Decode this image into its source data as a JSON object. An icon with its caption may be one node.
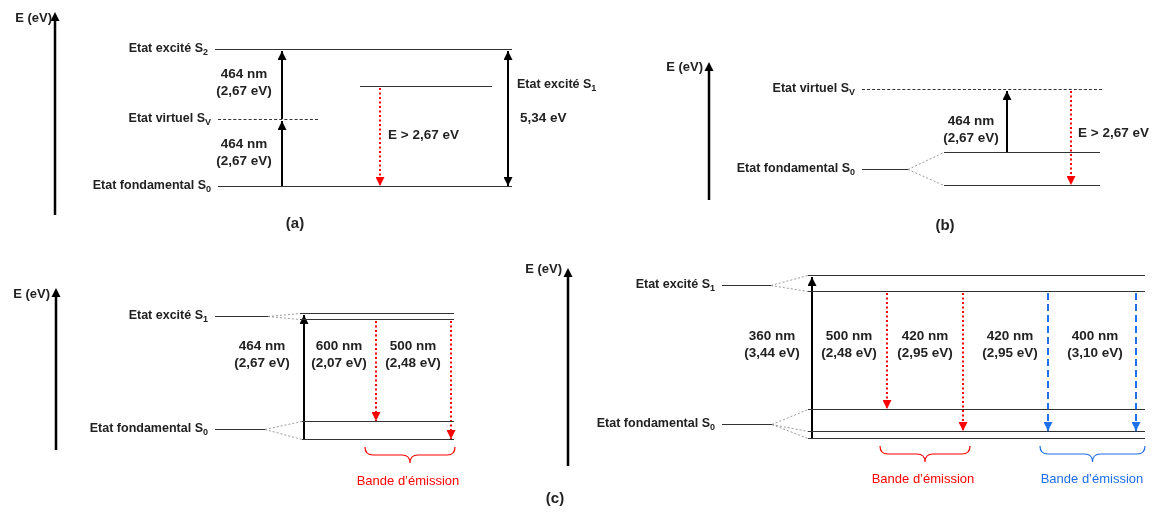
{
  "diagram": {
    "nodes": [
      {
        "text": [
          "Etat excité S$_{2}$"
        ]
      },
      {
        "text": [
          "Etat excité S$_{1}$"
        ]
      },
      {
        "text": [
          "Etat virtuel S$_{V}$"
        ]
      },
      {
        "text": [
          "Etat fondamental S$_{0}$"
        ]
      },
      {
        "text": [
          "Etat virtuel S$_{V}$"
        ]
      },
      {
        "text": [
          "Etat fondamental S$_{0}$"
        ]
      },
      {
        "text": [],
        "shape": "line"
      },
      {
        "text": [],
        "shape": "line"
      },
      {
        "text": [
          "Etat excité S$_{1}$"
        ]
      },
      {
        "text": [],
        "shape": "line"
      },
      {
        "text": [],
        "shape": "line"
      },
      {
        "text": [
          "Etat fondamental S$_{0}$"
        ]
      },
      {
        "text": [],
        "shape": "line"
      },
      {
        "text": [],
        "shape": "line"
      },
      {
        "text": [
          "Etat excité S$_{1}$"
        ]
      },
      {
        "text": [],
        "shape": "line"
      },
      {
        "text": [],
        "shape": "line"
      },
      {
        "text": [
          "Etat fondamental S$_{0}$"
        ]
      },
      {
        "text": [],
        "shape": "line"
      },
      {
        "text": [],
        "shape": "line"
      },
      {
        "text": [],
        "shape": "line"
      }
    ],
    "edges": [
      {
        "from": 3,
        "to": 2,
        "arrow": "to",
        "label": "464 nm (2,67 eV)",
        "color": "#000000"
      },
      {
        "from": 2,
        "to": 0,
        "arrow": "to",
        "label": "464 nm (2,67 eV)",
        "color": "#000000"
      },
      {
        "from": 1,
        "to": 3,
        "arrow": "to",
        "label": "E > 2,67 eV",
        "style": "dashed",
        "color": "#ff0000"
      },
      {
        "from": 3,
        "to": 0,
        "arrow": "both",
        "label": "5,34 eV",
        "color": "#000000"
      },
      {
        "from": 5,
        "to": 6,
        "arrow": "none",
        "style": "dashed",
        "color": "#808080"
      },
      {
        "from": 5,
        "to": 7,
        "arrow": "none",
        "style": "dashed",
        "color": "#808080"
      },
      {
        "from": 6,
        "to": 4,
        "arrow": "to",
        "label": "464 nm (2,67 eV)",
        "color": "#000000"
      },
      {
        "from": 4,
        "to": 7,
        "arrow": "to",
        "label": "E > 2,67 eV",
        "style": "dashed",
        "color": "#ff0000"
      },
      {
        "from": 8,
        "to": 9,
        "arrow": "none",
        "style": "dashed",
        "color": "#808080"
      },
      {
        "from": 8,
        "to": 10,
        "arrow": "none",
        "style": "dashed",
        "color": "#808080"
      },
      {
        "from": 11,
        "to": 12,
        "arrow": "none",
        "style": "dashed",
        "color": "#808080"
      },
      {
        "from": 11,
        "to": 13,
        "arrow": "none",
        "style": "dashed",
        "color": "#808080"
      },
      {
        "from": 13,
        "to": 9,
        "arrow": "to",
        "label": "464 nm (2,67 eV)",
        "color": "#000000"
      },
      {
        "from": 10,
        "to": 12,
        "arrow": "to",
        "label": "600 nm (2,07 eV)",
        "style": "dashed",
        "color": "#ff0000"
      },
      {
        "from": 10,
        "to": 13,
        "arrow": "to",
        "label": "500 nm (2,48 eV)",
        "style": "dashed",
        "color": "#ff0000"
      },
      {
        "from": 14,
        "to": 15,
        "arrow": "none",
        "style": "dashed",
        "color": "#808080"
      },
      {
        "from": 14,
        "to": 16,
        "arrow": "none",
        "style": "dashed",
        "color": "#808080"
      },
      {
        "from": 17,
        "to": 18,
        "arrow": "none",
        "style": "dashed",
        "color": "#808080"
      },
      {
        "from": 17,
        "to": 19,
        "arrow": "none",
        "style": "dashed",
        "color": "#808080"
      },
      {
        "from": 17,
        "to": 20,
        "arrow": "none",
        "style": "dashed",
        "color": "#808080"
      },
      {
        "from": 20,
        "to": 15,
        "arrow": "to",
        "label": "360 nm (3,44 eV)",
        "color": "#000000"
      },
      {
        "from": 16,
        "to": 18,
        "arrow": "to",
        "label": "500 nm (2,48 eV)",
        "style": "dashed",
        "color": "#ff0000"
      },
      {
        "from": 16,
        "to": 19,
        "arrow": "to",
        "label": "420 nm (2,95 eV)",
        "style": "dashed",
        "color": "#ff0000"
      },
      {
        "from": 16,
        "to": 19,
        "arrow": "to",
        "label": "420 nm (2,95 eV)",
        "style": "dashed",
        "color": "#1e6fe8"
      },
      {
        "from": 16,
        "to": 19,
        "arrow": "to",
        "label": "400 nm (3,10 eV)",
        "style": "dashed",
        "color": "#1e6fe8"
      }
    ],
    "labels": [
      "E (eV)",
      "E (eV)",
      "(a)",
      "(b)",
      "E (eV)",
      "E (eV)",
      "Bande d’émission",
      "Bande d’émission",
      "Bande d’émission",
      "(c)"
    ]
  }
}
